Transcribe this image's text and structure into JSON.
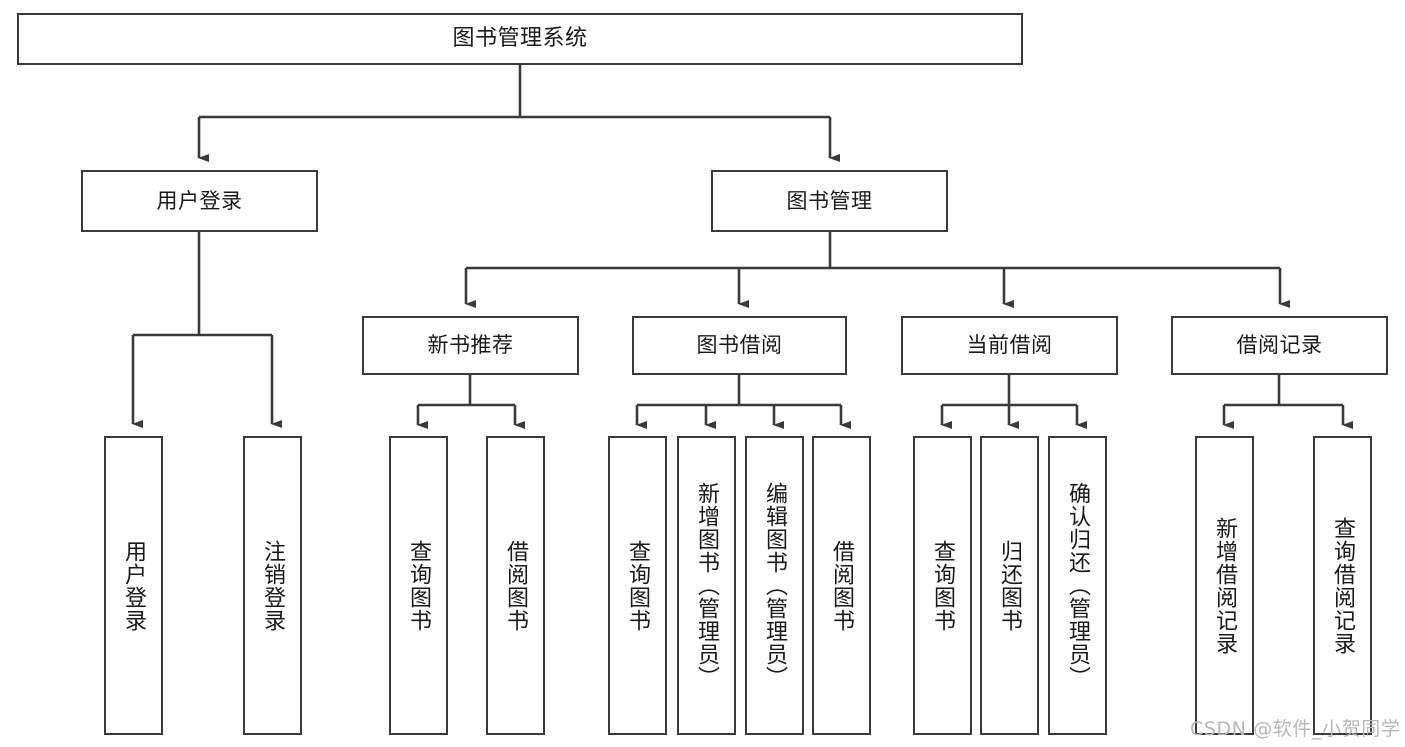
{
  "diagram": {
    "title": "图书管理系统",
    "type": "hierarchy-tree",
    "theme": {
      "background": "#ffffff",
      "box_stroke": "#3a3a3a",
      "box_fill": "#ffffff",
      "connector": "#3a3a3a",
      "text": "#1a1a1a",
      "watermark": "#b6b6b6"
    },
    "root": {
      "label": "图书管理系统"
    },
    "level2": [
      {
        "label": "用户登录"
      },
      {
        "label": "图书管理"
      }
    ],
    "level3": [
      {
        "label": "新书推荐"
      },
      {
        "label": "图书借阅"
      },
      {
        "label": "当前借阅"
      },
      {
        "label": "借阅记录"
      }
    ],
    "leaves_user_login": [
      {
        "label": "用户登录"
      },
      {
        "label": "注销登录"
      }
    ],
    "leaves_new_book": [
      {
        "label": "查询图书"
      },
      {
        "label": "借阅图书"
      }
    ],
    "leaves_borrow": [
      {
        "label": "查询图书"
      },
      {
        "label": "新增图书（管理员）"
      },
      {
        "label": "编辑图书（管理员）"
      },
      {
        "label": "借阅图书"
      }
    ],
    "leaves_current": [
      {
        "label": "查询图书"
      },
      {
        "label": "归还图书"
      },
      {
        "label": "确认归还（管理员）"
      }
    ],
    "leaves_records": [
      {
        "label": "新增借阅记录"
      },
      {
        "label": "查询借阅记录"
      }
    ],
    "watermark": "CSDN @软件_小贺同学"
  }
}
